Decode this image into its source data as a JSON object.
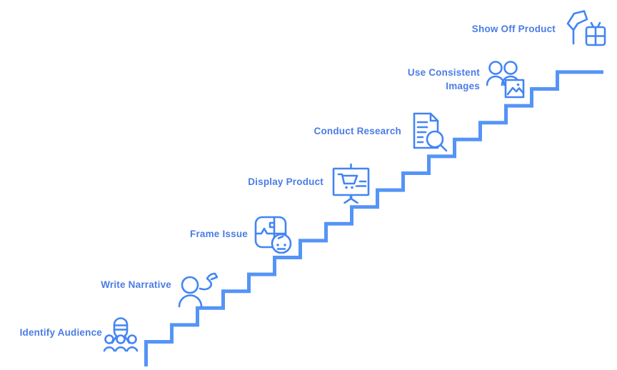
{
  "diagram": {
    "type": "staircase-process",
    "direction": "bottom-left to top-right",
    "steps": [
      {
        "label": "Identify Audience",
        "icon": "audience-icon"
      },
      {
        "label": "Write Narrative",
        "icon": "person-writing-icon"
      },
      {
        "label": "Frame Issue",
        "icon": "puzzle-confused-face-icon"
      },
      {
        "label": "Display Product",
        "icon": "presentation-cart-icon"
      },
      {
        "label": "Conduct Research",
        "icon": "document-search-icon"
      },
      {
        "label": "Use Consistent Images",
        "icon": "people-photo-icon"
      },
      {
        "label": "Show Off Product",
        "icon": "flag-gift-icon"
      }
    ],
    "colors": {
      "background": "#ffffff",
      "staircase": "#5594f7",
      "icons": "#4285f4",
      "labels": "#4a7ce5"
    }
  }
}
